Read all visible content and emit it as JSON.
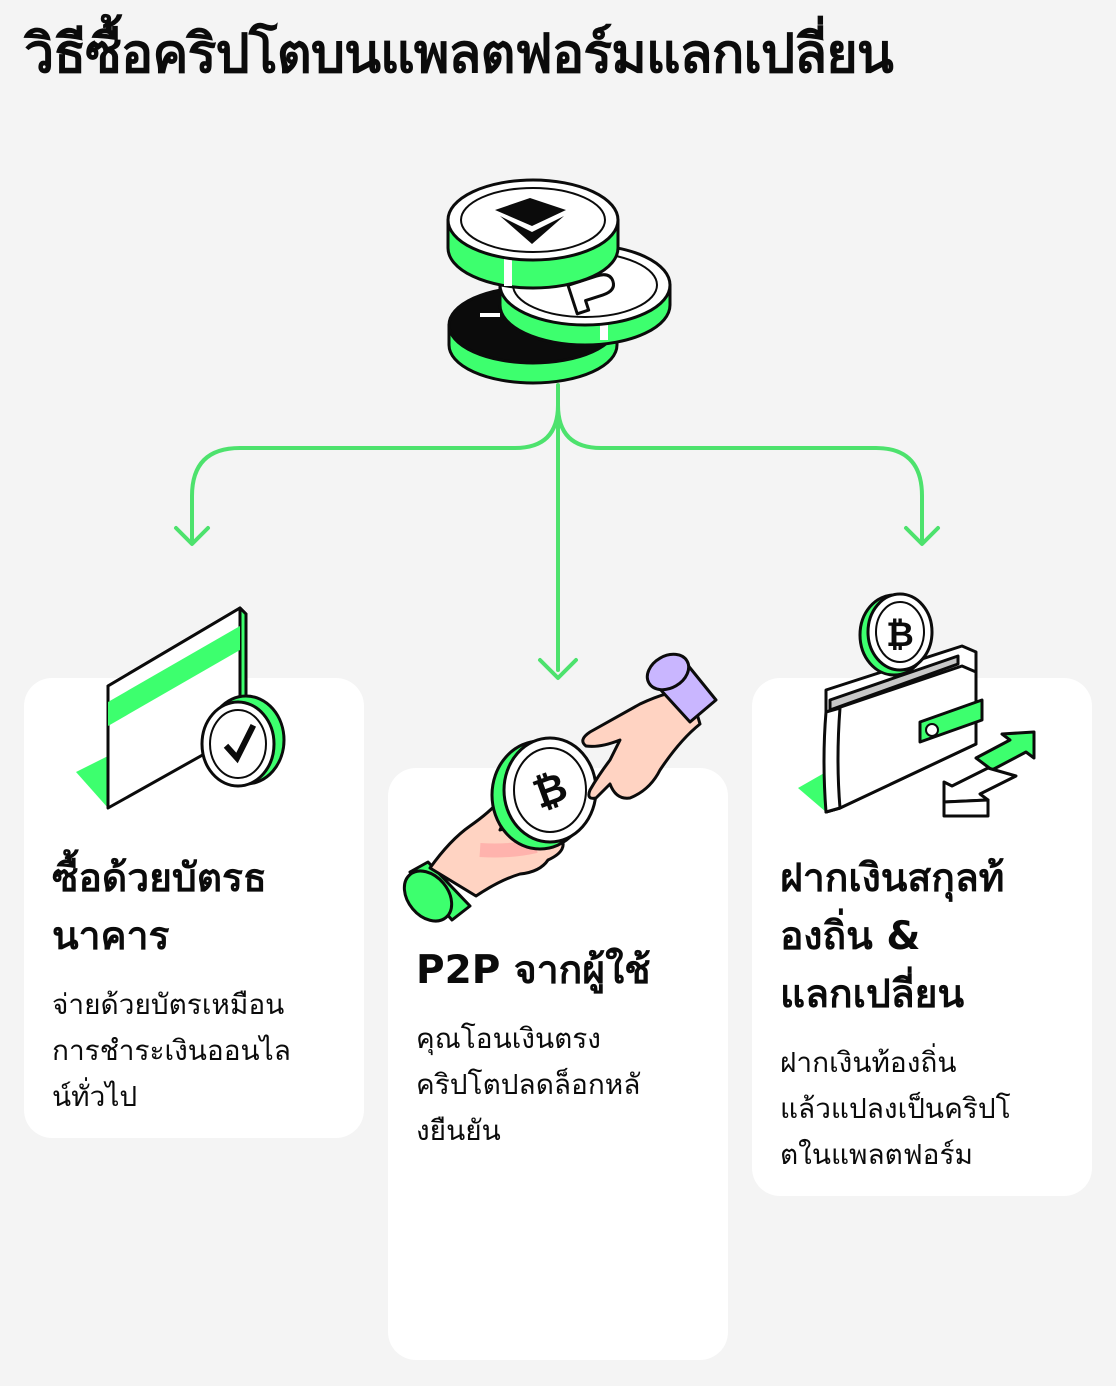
{
  "title": "วิธีซื้อคริปโตบนแพลตฟอร์มแลกเปลี่ยน",
  "colors": {
    "accent": "#3dff6e",
    "line": "#4de26d",
    "ink": "#0b0b0b",
    "card": "#ffffff",
    "background": "#f4f4f4",
    "skin": "#ffd3c2",
    "cuff": "#c9b6ff"
  },
  "cards": [
    {
      "title_line1": "ซื้อด้วยบัตรธ",
      "title_line2": "นาคาร",
      "desc_line1": "จ่ายด้วยบัตรเหมือน",
      "desc_line2": "การชำระเงินออนไล",
      "desc_line3": "น์ทั่วไป",
      "icon": "bank-card-check-icon"
    },
    {
      "title_line1": "P2P จากผู้ใช้",
      "desc_line1": "คุณโอนเงินตรง",
      "desc_line2": "คริปโตปลดล็อกหลั",
      "desc_line3": "งยืนยัน",
      "icon": "p2p-hands-bitcoin-icon"
    },
    {
      "title_line1": "ฝากเงินสกุลท้",
      "title_line2": "องถิ่น &",
      "title_line3": "แลกเปลี่ยน",
      "desc_line1": "ฝากเงินท้องถิ่น",
      "desc_line2": "แล้วแปลงเป็นคริปโ",
      "desc_line3": "ตในแพลตฟอร์ม",
      "icon": "wallet-exchange-icon"
    }
  ],
  "top_icon": "crypto-coin-stack-icon"
}
